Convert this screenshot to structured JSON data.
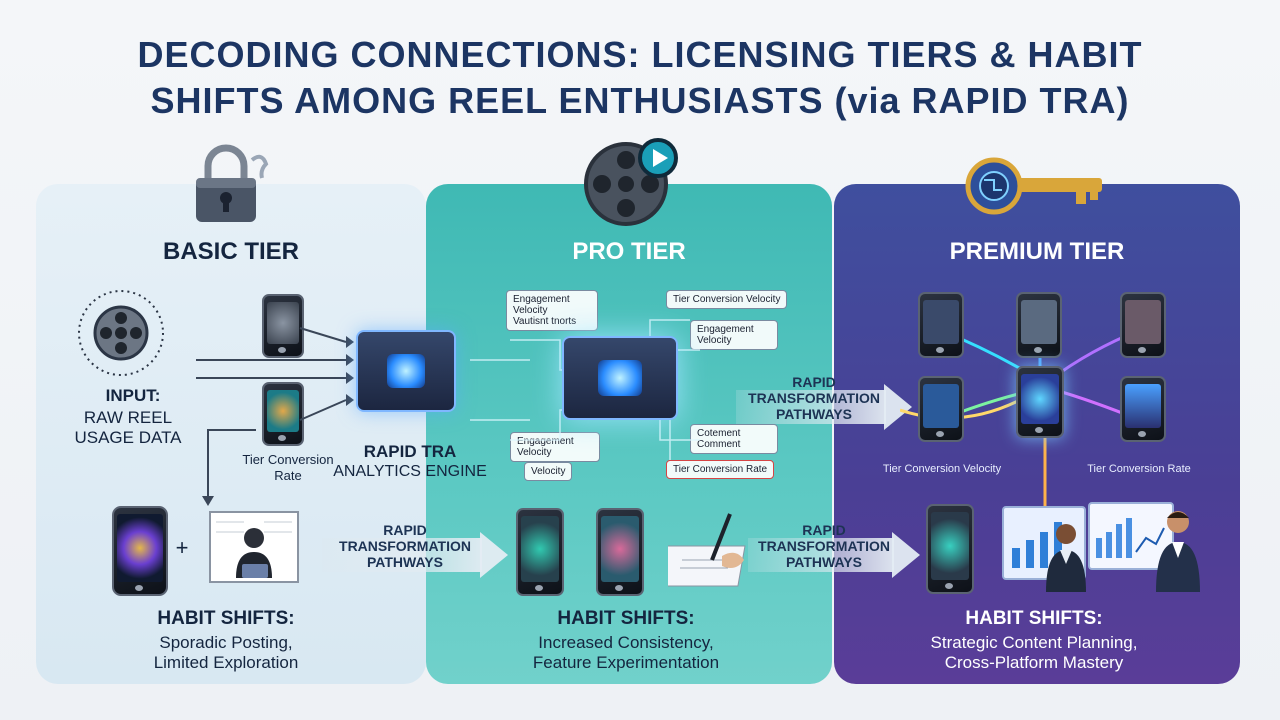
{
  "title": {
    "line1": "DECODING CONNECTIONS: LICENSING TIERS & HABIT",
    "line2": "SHIFTS AMONG REEL ENTHUSIASTS (via RAPID TRA)"
  },
  "basic": {
    "tier": "BASIC TIER",
    "input_label": "INPUT:",
    "input_text_1": "RAW REEL",
    "input_text_2": "USAGE DATA",
    "tier_conversion_1": "Tier Conversion",
    "tier_conversion_2": "Rate",
    "engine_1": "RAPID TRA",
    "engine_2": "ANALYTICS ENGINE",
    "plus": "+",
    "habit_title": "HABIT SHIFTS:",
    "habit_1": "Sporadic Posting,",
    "habit_2": "Limited Exploration"
  },
  "pro": {
    "tier": "PRO TIER",
    "tag_engagement_1": "Engagement Velocity",
    "tag_engagement_1b": "Vautisnt tnorts",
    "tag_conversion_velocity": "Tier Conversion Velocity",
    "tag_engagement_2": "Engagement Velocity",
    "tag_engagement_3": "Engagement Velocity",
    "tag_velocity": "Velocity",
    "tag_comment": "Cotement Comment",
    "tag_conversion_rate": "Tier Conversion Rate",
    "habit_title": "HABIT SHIFTS:",
    "habit_1": "Increased Consistency,",
    "habit_2": "Feature Experimentation"
  },
  "premium": {
    "tier": "PREMIUM TIER",
    "tag_velocity": "Tier Conversion Velocity",
    "tag_rate": "Tier Conversion Rate",
    "habit_title": "HABIT SHIFTS:",
    "habit_1": "Strategic Content Planning,",
    "habit_2": "Cross-Platform Mastery"
  },
  "arrows": {
    "line1": "RAPID",
    "line2": "TRANSFORMATION",
    "line3": "PATHWAYS"
  },
  "colors": {
    "title": "#1c3563",
    "basic_panel": "#dbe9f3",
    "pro_panel": "#4fc2bd",
    "premium_panel": "#473f96"
  },
  "icons": [
    "padlock-icon",
    "film-reel-play-icon",
    "circuit-key-icon"
  ]
}
